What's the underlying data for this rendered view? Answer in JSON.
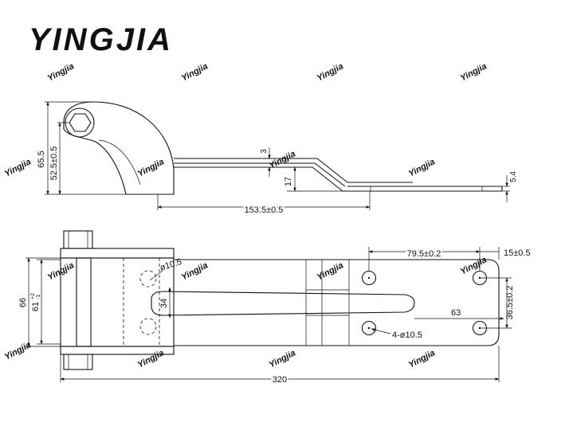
{
  "brand": {
    "name": "YINGJIA",
    "color": "#e01f1f",
    "watermark_text": "Yingjia",
    "watermark_color": "#cfe0f2"
  },
  "side_view": {
    "dims": {
      "overall_height": "65.5",
      "pin_height": "52.5±0.5",
      "plate_thickness": "3",
      "offset": "17",
      "end_thickness": "5.4",
      "length": "153.5±0.5"
    }
  },
  "plan_view": {
    "dims": {
      "hole_spacing_x": "79.5±0.2",
      "edge_margin": "15±0.5",
      "small_hole_dia": "ø10.5",
      "slot_width": "34",
      "outer_height": "66",
      "inner_height": "61",
      "inner_tol_upper": "+2",
      "inner_tol_lower": "-1",
      "slot_length": "63",
      "hole_spacing_y": "36.5±0.2",
      "holes_callout": "4-ø10.5",
      "overall_length": "320"
    }
  }
}
